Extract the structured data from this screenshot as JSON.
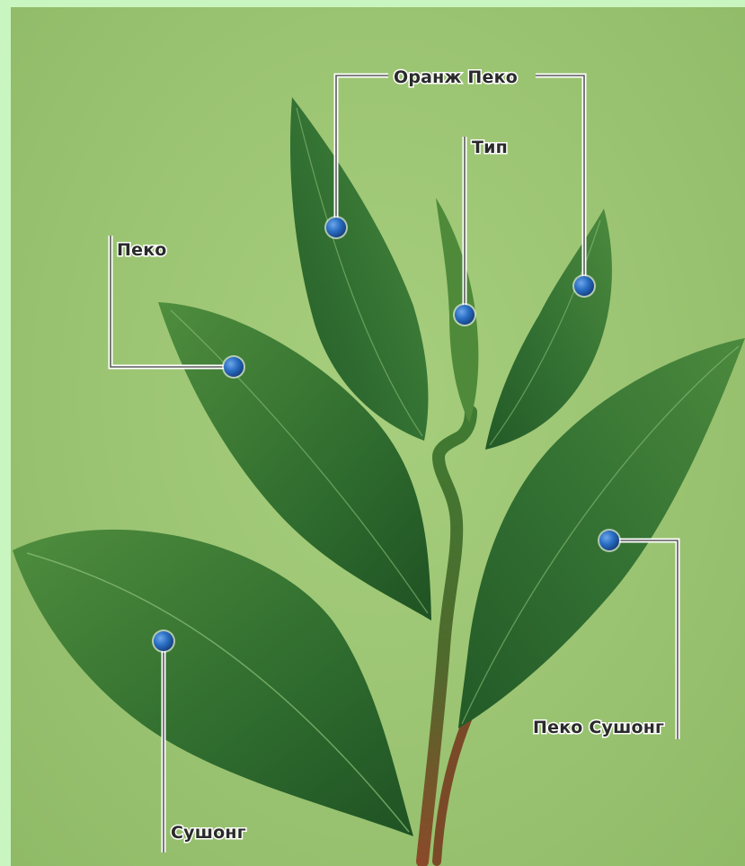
{
  "labels": {
    "orange_pekoe": "Оранж Пеко",
    "tip": "Тип",
    "pekoe": "Пеко",
    "pekoe_souchong": "Пеко Сушонг",
    "souchong": "Сушонг"
  },
  "colors": {
    "background": "#9bc472",
    "leaf": "#2e6b2c",
    "leaf_light": "#5f9a4a",
    "stem": "#8a5a2e",
    "marker": "#1f5fb0"
  }
}
